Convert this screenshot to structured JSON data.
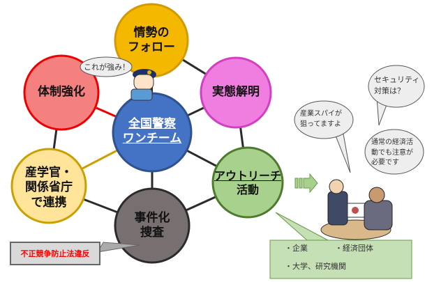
{
  "center": {
    "line1": "全国警察",
    "line2": "ワンチーム"
  },
  "nodes": {
    "situation": {
      "line1": "情勢の",
      "line2": "フォロー"
    },
    "investigation": "実態解明",
    "outreach": {
      "line1": "アウトリーチ",
      "line2": "活動"
    },
    "case": {
      "line1": "事件化",
      "line2": "捜査"
    },
    "cooperation": {
      "line1": "産学官・",
      "line2": "関係省庁",
      "line3": "で連携"
    },
    "structure": "体制強化"
  },
  "police_bubble": "これが強み！",
  "violation_label": "不正競争防止法違反",
  "outreach_targets": {
    "item1": "・企業",
    "item2": "・経済団体",
    "item3": "・大学、研究機関"
  },
  "speech": {
    "spy": {
      "line1": "産業スパイが",
      "line2": "狙ってますよ"
    },
    "security": {
      "line1": "セキュリティ",
      "line2": "対策は？"
    },
    "caution": {
      "line1": "通常の経済活",
      "line2": "動でも注意が",
      "line3": "必要です"
    }
  },
  "colors": {
    "center": "#4472c4",
    "situation": "#f5b800",
    "investigation": "#f07de0",
    "outreach": "#a9d18e",
    "case": "#787070",
    "cooperation": "#ffe49a",
    "structure": "#f58080",
    "violation_text": "#ff0000"
  }
}
